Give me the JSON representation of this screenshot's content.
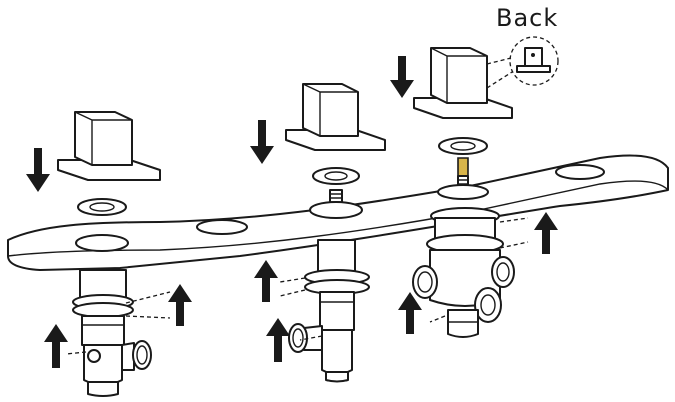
{
  "callout_label": "Back",
  "colors": {
    "stroke": "#1a1a1a",
    "fill": "#ffffff",
    "accent": "#d8b54a"
  },
  "arrows": {
    "down": 3,
    "up": 6
  }
}
